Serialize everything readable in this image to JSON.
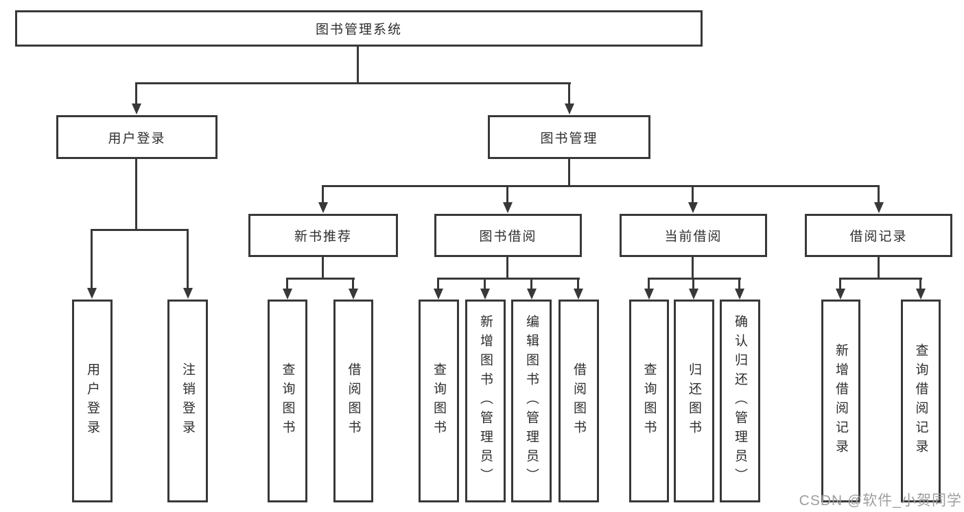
{
  "tree": {
    "label": "图书管理系统",
    "children": [
      {
        "label": "用户登录",
        "children": [
          {
            "label": "用户登录"
          },
          {
            "label": "注销登录"
          }
        ]
      },
      {
        "label": "图书管理",
        "children": [
          {
            "label": "新书推荐",
            "children": [
              {
                "label": "查询图书"
              },
              {
                "label": "借阅图书"
              }
            ]
          },
          {
            "label": "图书借阅",
            "children": [
              {
                "label": "查询图书"
              },
              {
                "label": "新增图书（管理员）"
              },
              {
                "label": "编辑图书（管理员）"
              },
              {
                "label": "借阅图书"
              }
            ]
          },
          {
            "label": "当前借阅",
            "children": [
              {
                "label": "查询图书"
              },
              {
                "label": "归还图书"
              },
              {
                "label": "确认归还（管理员）"
              }
            ]
          },
          {
            "label": "借阅记录",
            "children": [
              {
                "label": "新增借阅记录"
              },
              {
                "label": "查询借阅记录"
              }
            ]
          }
        ]
      }
    ]
  },
  "watermark": "CSDN @软件_小贺同学",
  "colors": {
    "line": "#383838",
    "text": "#2e2e2e",
    "background": "#ffffff",
    "watermark": "#9e9e9e"
  }
}
